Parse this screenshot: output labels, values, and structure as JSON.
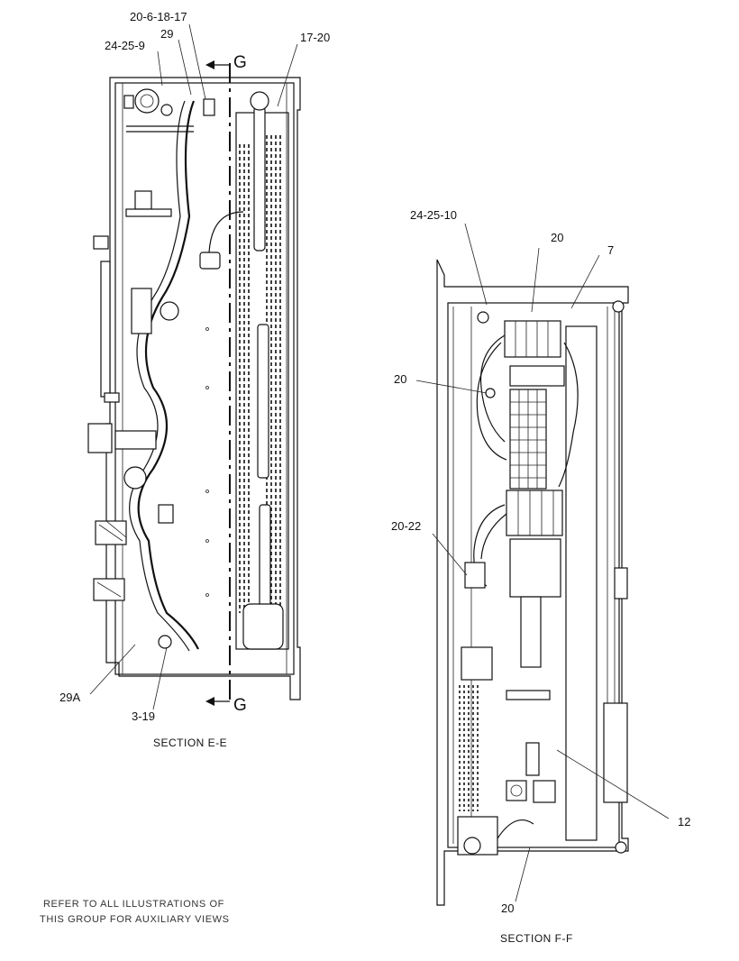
{
  "section_e": {
    "callouts": {
      "c_20_6_18_17": "20-6-18-17",
      "c_29": "29",
      "c_24_25_9": "24-25-9",
      "c_17_20": "17-20",
      "c_29A": "29A",
      "c_3_19": "3-19"
    },
    "cut_label_top": "G",
    "cut_label_bottom": "G",
    "caption": "SECTION  E-E"
  },
  "section_f": {
    "callouts": {
      "c_24_25_10": "24-25-10",
      "c_20_top": "20",
      "c_7": "7",
      "c_20_left": "20",
      "c_20_22": "20-22",
      "c_12": "12",
      "c_20_bottom": "20"
    },
    "caption": "SECTION  F-F"
  },
  "note": {
    "line1": "REFER TO ALL ILLUSTRATIONS OF",
    "line2": "THIS GROUP FOR AUXILIARY VIEWS"
  }
}
